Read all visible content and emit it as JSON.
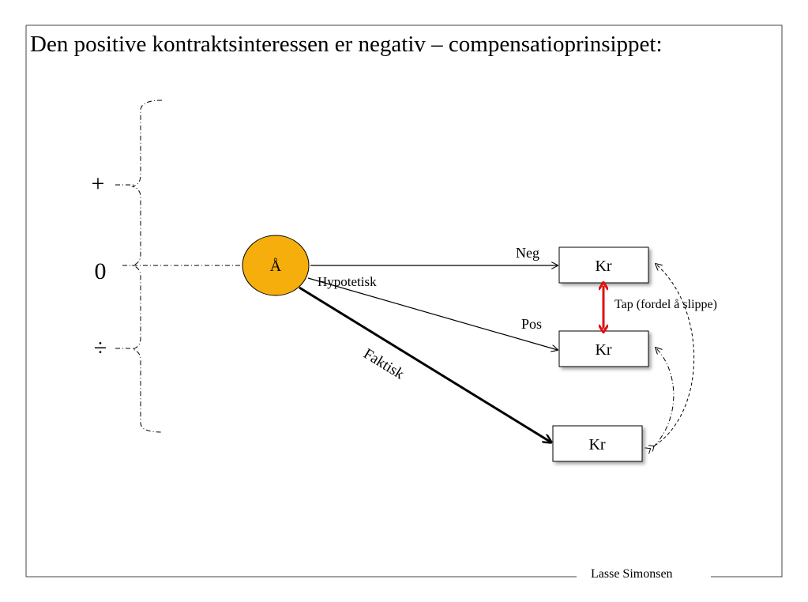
{
  "title": "Den positive kontraktsinteressen er negativ – compensatioprinsippet:",
  "footer": "Lasse Simonsen",
  "scale": {
    "plus": "+",
    "zero": "0",
    "minus": "÷"
  },
  "node": {
    "label": "Å",
    "color": "#f5ae0c"
  },
  "boxes": {
    "neg": "Kr",
    "pos": "Kr",
    "actual": "Kr"
  },
  "arrows": {
    "neg": "Neg",
    "hypothetical": "Hypotetisk",
    "pos": "Pos",
    "actual": "Faktisk"
  },
  "loss": {
    "label": "Tap (fordel å slippe)",
    "color": "#e01010"
  }
}
